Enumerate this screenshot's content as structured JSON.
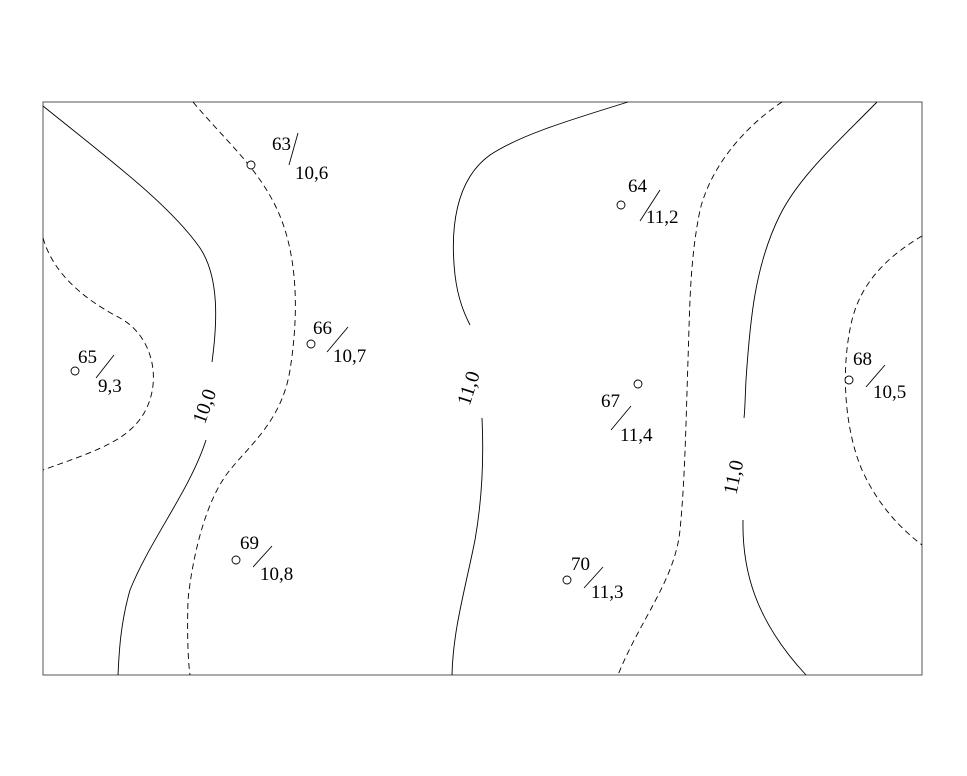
{
  "points": [
    {
      "id": "63",
      "value": "10,6"
    },
    {
      "id": "64",
      "value": "11,2"
    },
    {
      "id": "65",
      "value": "9,3"
    },
    {
      "id": "66",
      "value": "10,7"
    },
    {
      "id": "67",
      "value": "11,4"
    },
    {
      "id": "68",
      "value": "10,5"
    },
    {
      "id": "69",
      "value": "10,8"
    },
    {
      "id": "70",
      "value": "11,3"
    }
  ],
  "isolines": [
    {
      "key": "iso_10_0",
      "label": "10,0",
      "style": "solid"
    },
    {
      "key": "iso_11_0_a",
      "label": "11,0",
      "style": "solid"
    },
    {
      "key": "iso_11_0_b",
      "label": "11,0",
      "style": "solid"
    }
  ],
  "colors": {
    "line": "#000000",
    "frame": "#555555",
    "background": "#ffffff"
  }
}
